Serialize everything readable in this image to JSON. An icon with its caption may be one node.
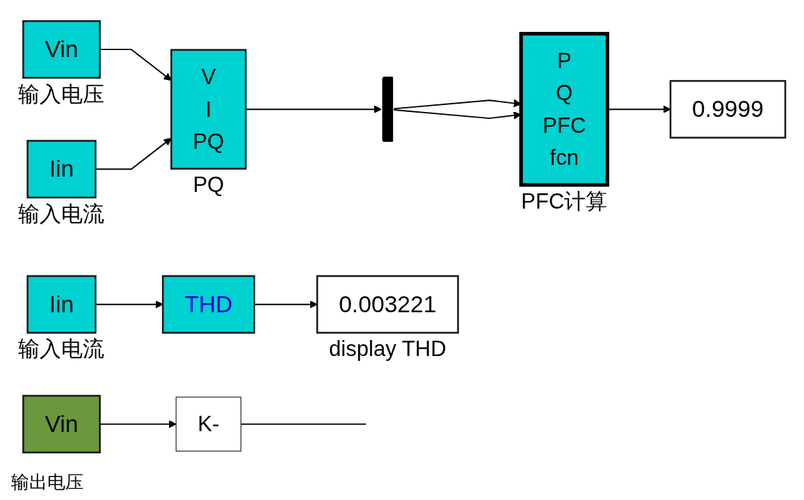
{
  "diagram": {
    "nodes": [
      {
        "text": [
          "Vin"
        ]
      },
      {
        "text": [
          "K-"
        ]
      },
      {
        "text": [
          "Vin"
        ],
        "beside": [
          "输入电压"
        ]
      },
      {
        "text": [
          "Iin"
        ],
        "beside": [
          "输入电流"
        ]
      },
      {
        "text": [
          "V",
          "I",
          "PQ"
        ],
        "beside": [
          "PQ"
        ]
      },
      {
        "text": [],
        "shape": "bar"
      },
      {
        "text": [
          "P",
          "Q",
          "PFC",
          "fcn"
        ],
        "beside": [
          "PFC计算"
        ]
      },
      {
        "text": [
          "0.9999"
        ]
      },
      {
        "text": [
          "Iin"
        ],
        "beside": [
          "输入电流"
        ]
      },
      {
        "text": [
          "THD"
        ]
      },
      {
        "text": [
          "0.003221"
        ],
        "beside": [
          "display THD"
        ]
      }
    ],
    "edges": [
      {
        "from": 0,
        "to": 1,
        "arrow": "to"
      },
      {
        "from": 1,
        "to": null,
        "arrow": "none"
      },
      {
        "from": 2,
        "to": 4,
        "arrow": "to"
      },
      {
        "from": 3,
        "to": 4,
        "arrow": "to"
      },
      {
        "from": 4,
        "to": 5,
        "arrow": "to"
      },
      {
        "from": 5,
        "to": 6,
        "arrow": "to"
      },
      {
        "from": 5,
        "to": 6,
        "arrow": "to"
      },
      {
        "from": 6,
        "to": 7,
        "arrow": "to"
      },
      {
        "from": 8,
        "to": 9,
        "arrow": "to"
      },
      {
        "from": 9,
        "to": 10,
        "arrow": "to"
      }
    ],
    "labels": [
      "输出电压"
    ]
  }
}
